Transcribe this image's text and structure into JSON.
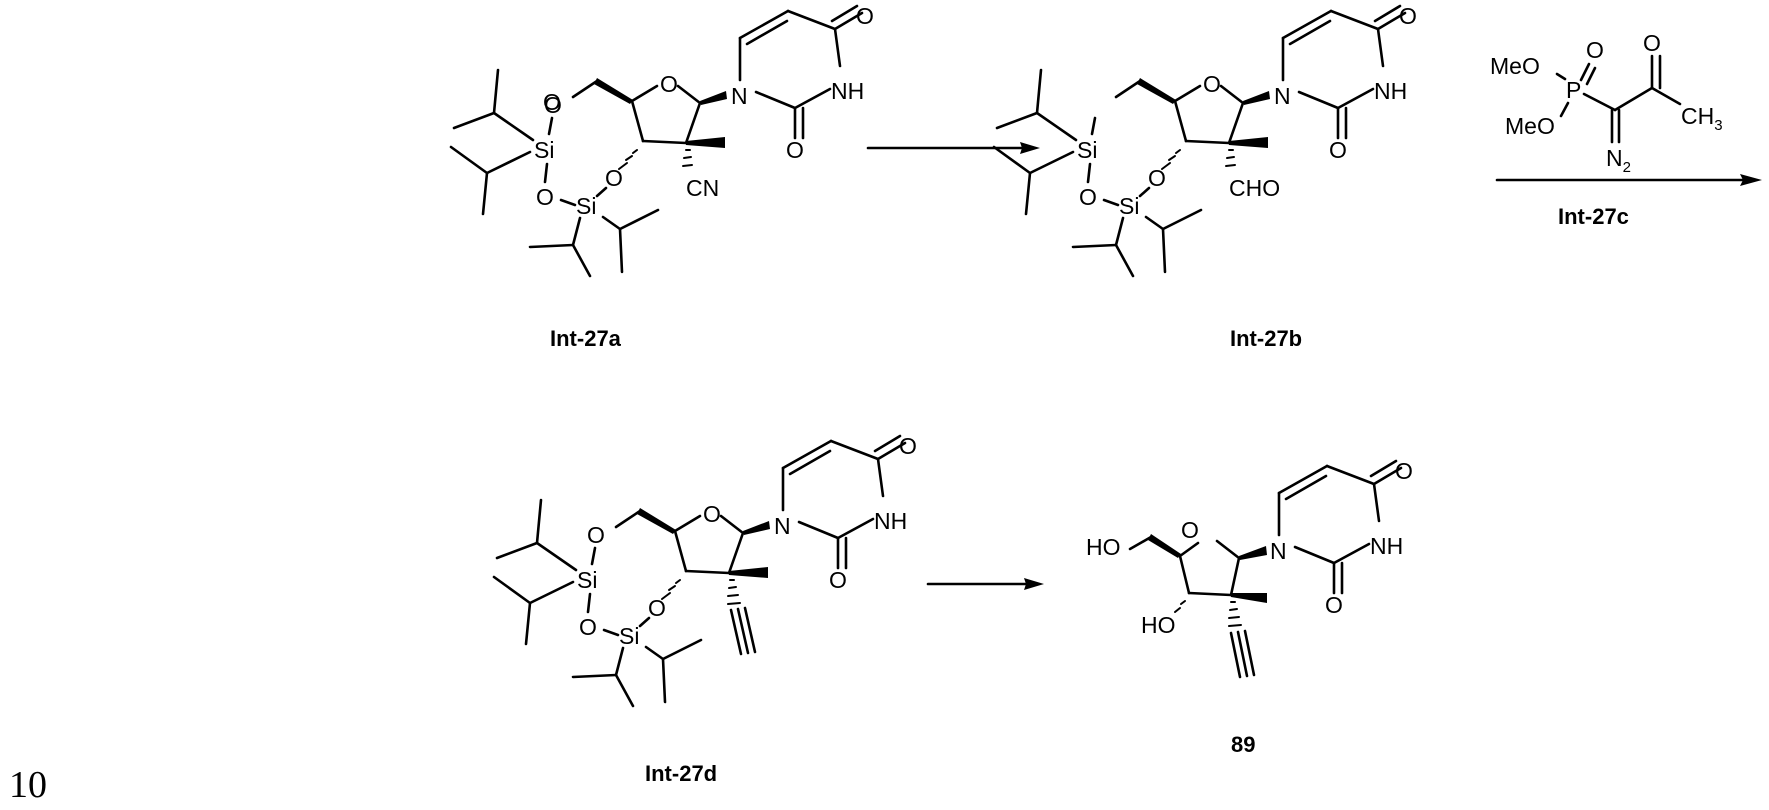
{
  "page": {
    "number": "10"
  },
  "scheme": {
    "compounds": [
      {
        "id": "Int-27a",
        "label": "Int-27a",
        "substituent_2prime": "CN",
        "protecting_group": "TIPDS"
      },
      {
        "id": "Int-27b",
        "label": "Int-27b",
        "substituent_2prime": "CHO",
        "protecting_group": "TIPDS"
      },
      {
        "id": "Int-27d",
        "label": "Int-27d",
        "substituent_2prime": "ethynyl",
        "protecting_group": "TIPDS"
      },
      {
        "id": "89",
        "label": "89",
        "substituent_2prime": "ethynyl",
        "protecting_group": "none (free 3'-OH, 5'-OH)"
      }
    ],
    "reagent": {
      "label": "Int-27c",
      "atoms": {
        "meo1": "MeO",
        "meo2": "MeO",
        "p": "P",
        "o_p": "O",
        "o_k": "O",
        "ch3": "CH",
        "ch3_sub": "3",
        "n2": "N",
        "n2_sub": "2"
      }
    },
    "arrows": [
      {
        "from": "Int-27a",
        "to": "Int-27b"
      },
      {
        "from": "Int-27b",
        "to": "Int-27d",
        "reagent": "Int-27c"
      },
      {
        "from": "Int-27d",
        "to": "89"
      }
    ],
    "atom_text": {
      "O": "O",
      "N": "N",
      "NH": "NH",
      "Si": "Si",
      "CN": "CN",
      "CHO": "CHO",
      "HO": "HO"
    }
  }
}
